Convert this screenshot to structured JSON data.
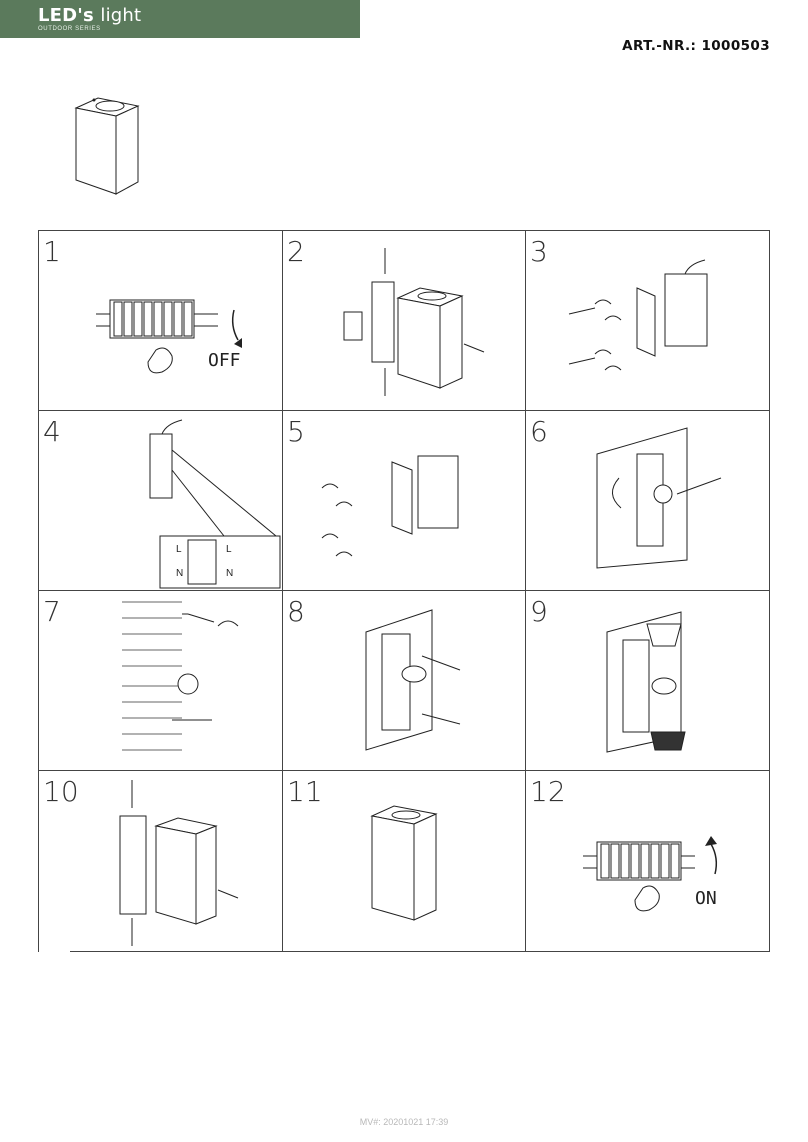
{
  "brand": {
    "name_bold": "LED's",
    "name_light": "light",
    "subtitle": "OUTDOOR SERIES",
    "color": "#5b7a5c"
  },
  "article": {
    "label": "ART.-NR.: 1000503"
  },
  "steps": [
    {
      "number": "1",
      "label": "OFF"
    },
    {
      "number": "2"
    },
    {
      "number": "3"
    },
    {
      "number": "4",
      "labels": [
        "L",
        "N",
        "L",
        "N"
      ]
    },
    {
      "number": "5"
    },
    {
      "number": "6"
    },
    {
      "number": "7"
    },
    {
      "number": "8"
    },
    {
      "number": "9"
    },
    {
      "number": "10"
    },
    {
      "number": "11"
    },
    {
      "number": "12",
      "label": "ON"
    }
  ],
  "footer": {
    "text": "MV#: 20201021 17:39"
  }
}
